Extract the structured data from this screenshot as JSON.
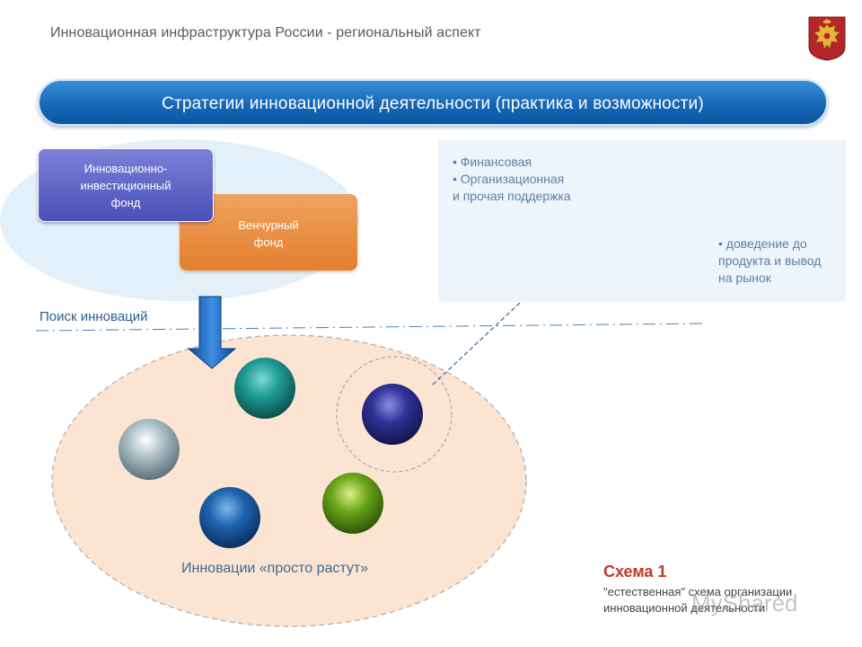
{
  "header": {
    "title": "Инновационная инфраструктура России -  региональный аспект",
    "emblem_icon": "russian-coat-of-arms-icon"
  },
  "banner": {
    "text": "Стратегии инновационной деятельности (практика и возможности)"
  },
  "funds": {
    "investment": [
      "Инновационно-",
      "инвестиционный",
      "фонд"
    ],
    "venture": [
      "Венчурный",
      "фонд"
    ]
  },
  "support": {
    "lines": [
      "• Финансовая",
      "• Организационная",
      "и прочая поддержка"
    ]
  },
  "market": {
    "lines": [
      "• доведение до",
      "продукта и вывод",
      "на рынок"
    ]
  },
  "labels": {
    "search": "Поиск инноваций",
    "grow": "Инновации «просто растут»"
  },
  "scheme": {
    "title": "Схема 1",
    "desc_line1": "\"естественная\" схема организации",
    "desc_line2": "инновационной деятельности"
  },
  "watermark": "MyShared",
  "colors": {
    "banner": "#1667b6",
    "investment_fund": "#5a60c4",
    "venture_fund": "#e8893a",
    "innovation_field": "#fce4d2",
    "support_panel": "#eef5fa",
    "scheme_title": "#c0392b"
  },
  "spheres": [
    {
      "name": "teal-sphere",
      "color": "#1f8f8c"
    },
    {
      "name": "navy-sphere",
      "color": "#2e2e8c"
    },
    {
      "name": "silver-sphere",
      "color": "#9fb5bd"
    },
    {
      "name": "blue-sphere",
      "color": "#1c5fa6"
    },
    {
      "name": "green-sphere",
      "color": "#6aa61c"
    },
    {
      "name": "market-sphere",
      "color": "#3a3d9e"
    }
  ]
}
